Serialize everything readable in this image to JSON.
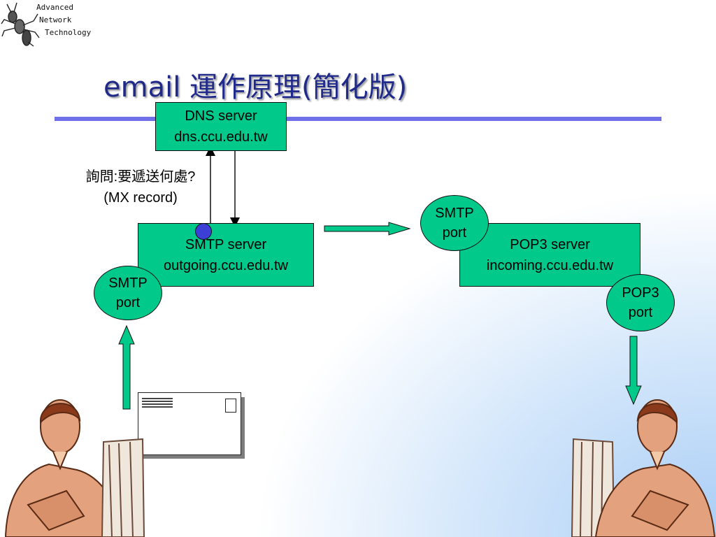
{
  "logo": {
    "lines": [
      "Advanced",
      "Network",
      "Technology"
    ]
  },
  "title": "email 運作原理(簡化版)",
  "dns_server": {
    "line1": "DNS server",
    "line2": "dns.ccu.edu.tw"
  },
  "smtp_server": {
    "line1": "SMTP server",
    "line2": "outgoing.ccu.edu.tw"
  },
  "pop3_server": {
    "line1": "POP3 server",
    "line2": "incoming.ccu.edu.tw"
  },
  "smtp_port_left": {
    "line1": "SMTP",
    "line2": "port"
  },
  "smtp_port_right": {
    "line1": "SMTP",
    "line2": "port"
  },
  "pop3_port": {
    "line1": "POP3",
    "line2": "port"
  },
  "query_label": {
    "line1": "詢問:要遞送何處?",
    "line2": "(MX record)"
  },
  "colors": {
    "node_fill": "#00c98a",
    "title_color": "#1f2a8a",
    "rule_color": "#6f6fe8",
    "connector_dot": "#3b3fd6",
    "person_fill": "#e3a27d"
  }
}
